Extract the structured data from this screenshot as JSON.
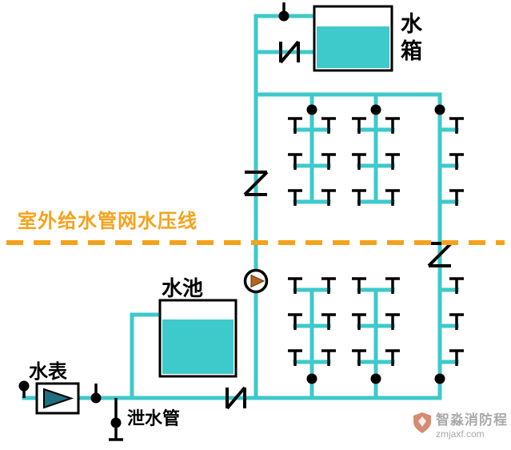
{
  "labels": {
    "pressure_line": "室外给水管网水压线",
    "water_tank": "水箱",
    "water_pool": "水池",
    "water_meter": "水表",
    "drain_pipe": "泄水管"
  },
  "watermark": {
    "brand": "智淼消防程",
    "site": "zmjaxf.com"
  },
  "icons": {
    "pump": "pump-icon (circle with flow triangle)",
    "check_valve": "check-valve-icon (Z / N zigzag on pipe)",
    "shutoff_valve": "shutoff-valve-icon (filled black dot)",
    "faucet": "faucet-icon (tee tap symbol)",
    "watermark_logo": "shield-icon"
  },
  "colors": {
    "pipe": "#3ec9cb",
    "pressure": "#f5a21b",
    "pump": "#b5651d",
    "meter": "#1e6f80",
    "symbol": "#000000",
    "watermark": "#9b9b9b"
  }
}
